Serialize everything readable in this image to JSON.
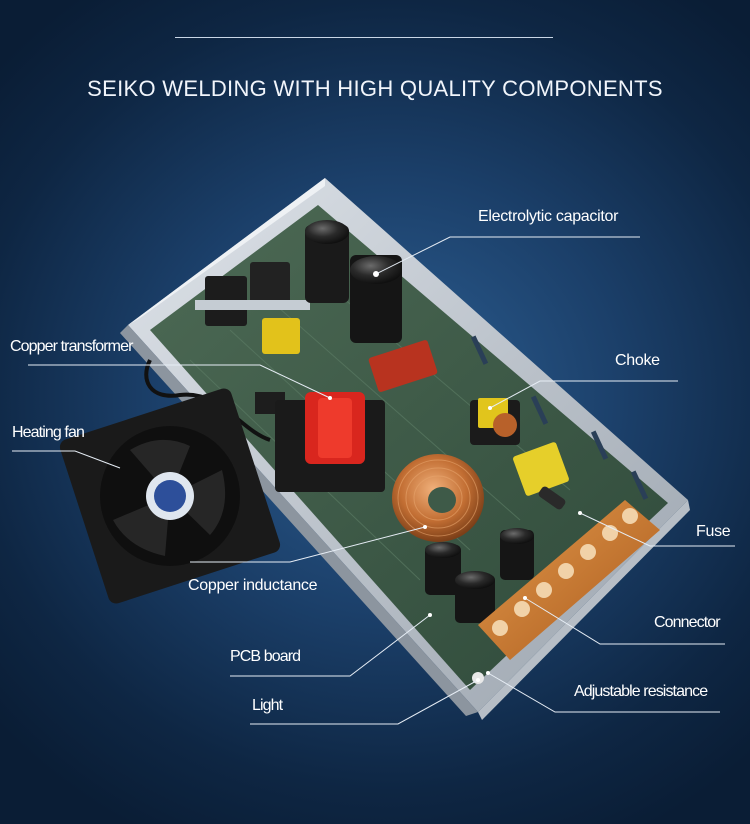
{
  "title": "SEIKO WELDING WITH HIGH QUALITY COMPONENTS",
  "labels": {
    "electrolytic_capacitor": "Electrolytic capacitor",
    "copper_transformer": "Copper transformer",
    "choke": "Choke",
    "heating_fan": "Heating fan",
    "fuse": "Fuse",
    "copper_inductance": "Copper inductance",
    "connector": "Connector",
    "pcb_board": "PCB board",
    "adjustable_resistance": "Adjustable resistance",
    "light": "Light"
  },
  "colors": {
    "background": "#1b3f69",
    "pcb": "#3e5a48",
    "transformer": "#d9261e",
    "terminal_block": "#c9782e",
    "copper_coil": "#c8763a",
    "fan": "#1a1a1a"
  }
}
